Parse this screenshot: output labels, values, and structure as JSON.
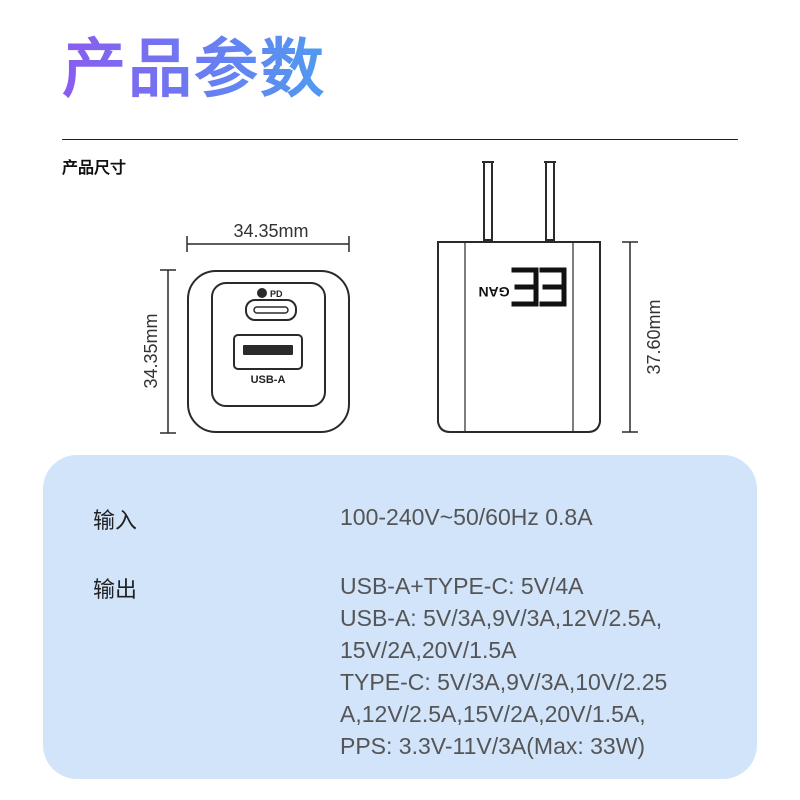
{
  "page": {
    "title": "产品参数",
    "section_label": "产品尺寸"
  },
  "dimensions": {
    "front_width": "34.35mm",
    "front_height": "34.35mm",
    "side_height": "37.60mm",
    "pd_mark": "PD",
    "usb_a_mark": "USB-A",
    "gan_mark": "GAN"
  },
  "specs": {
    "input": {
      "label": "输入",
      "value": "100-240V~50/60Hz 0.8A"
    },
    "output": {
      "label": "输出",
      "lines": [
        "USB-A+TYPE-C: 5V/4A",
        "USB-A: 5V/3A,9V/3A,12V/2.5A,",
        "15V/2A,20V/1.5A",
        "TYPE-C: 5V/3A,9V/3A,10V/2.25",
        "A,12V/2.5A,15V/2A,20V/1.5A,",
        "PPS: 3.3V-11V/3A(Max: 33W)"
      ]
    }
  },
  "colors": {
    "title_gradient": [
      "#8a5cf0",
      "#4f9bf0"
    ],
    "spec_card": "#d1e4fa"
  }
}
